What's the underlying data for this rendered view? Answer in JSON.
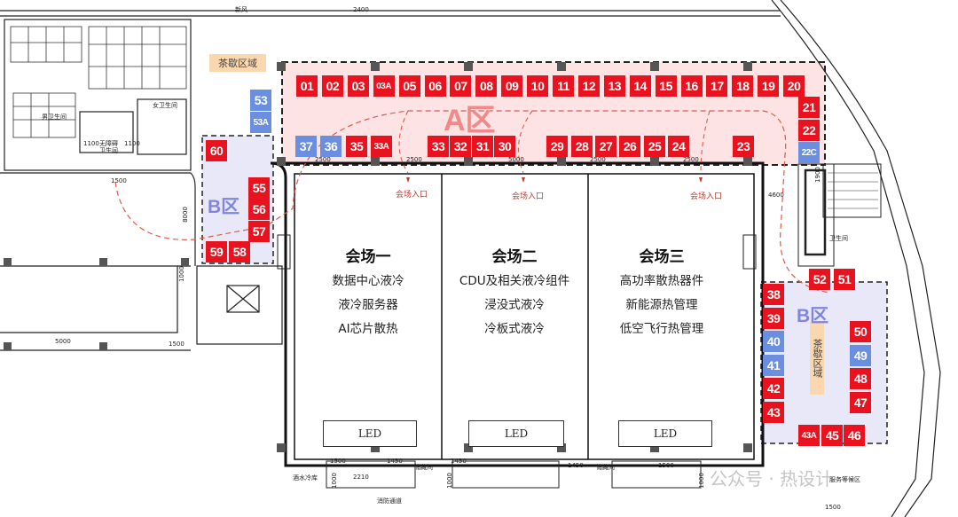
{
  "zones": {
    "a": "A区",
    "b_left": "B区",
    "b_right": "B区"
  },
  "tea_areas": {
    "top": "茶歇区域",
    "right": "茶歇区域"
  },
  "halls": [
    {
      "title": "会场一",
      "lines": [
        "数据中心液冷",
        "液冷服务器",
        "AI芯片散热"
      ],
      "led": "LED"
    },
    {
      "title": "会场二",
      "lines": [
        "CDU及相关液冷组件",
        "浸没式液冷",
        "冷板式液冷"
      ],
      "led": "LED"
    },
    {
      "title": "会场三",
      "lines": [
        "高功率散热器件",
        "新能源热管理",
        "低空飞行热管理"
      ],
      "led": "LED"
    }
  ],
  "entrances": [
    "会场入口",
    "会场入口",
    "会场入口"
  ],
  "booths": {
    "top_row": [
      "01",
      "02",
      "03",
      "03A",
      "05",
      "06",
      "07",
      "08",
      "09",
      "10",
      "11",
      "12",
      "13",
      "14",
      "15",
      "16",
      "17",
      "18",
      "19",
      "20"
    ],
    "mid_row": [
      "37",
      "36",
      "35",
      "33A",
      "33",
      "32",
      "31",
      "30",
      "29",
      "28",
      "27",
      "26",
      "25",
      "24",
      "23"
    ],
    "a_right": [
      "21",
      "22",
      "22C"
    ],
    "b_left_top": [
      "53",
      "53A"
    ],
    "b_left": [
      "60",
      "55",
      "56",
      "57",
      "59",
      "58"
    ],
    "b_right_top": [
      "52",
      "51"
    ],
    "b_right_col": [
      "38",
      "39",
      "40",
      "41",
      "42",
      "43"
    ],
    "b_right_col2": [
      "50",
      "49",
      "48",
      "47"
    ],
    "b_right_bottom": [
      "43A",
      "45",
      "46"
    ]
  },
  "blue_booths": [
    "53",
    "53A",
    "37",
    "36",
    "22C",
    "40",
    "41",
    "49"
  ],
  "labels": {
    "xinfeng": "新风",
    "d2400": "2400",
    "women_wc": "女卫生间",
    "men_wc": "男卫生间",
    "accessible_wc": "无障碍卫生间",
    "d1100a": "1100",
    "d1100b": "1100",
    "d1500a": "1500",
    "d8000": "8000",
    "d5000": "5000",
    "d1500b": "1500",
    "d1000": "1000",
    "d2500a": "2500",
    "d2500b": "2500",
    "d5000b": "5000",
    "d2500c": "2500",
    "d2500d": "2500",
    "d4600": "4600",
    "d1900": "1900",
    "wc_right": "卫生间",
    "d1500c": "1500",
    "d1450a": "1450",
    "d1450b": "1450",
    "d1450c": "1450",
    "d2210": "2210",
    "d1000b": "1000",
    "d1000c": "1000",
    "d1000d": "1000",
    "d1500d": "1500",
    "d1500e": "1500",
    "storage1": "储藏间",
    "storage2": "储藏间",
    "water": "酒水冷库",
    "service": "服务等候区",
    "fire": "消防通道"
  },
  "watermark": "公众号 · 热设计"
}
